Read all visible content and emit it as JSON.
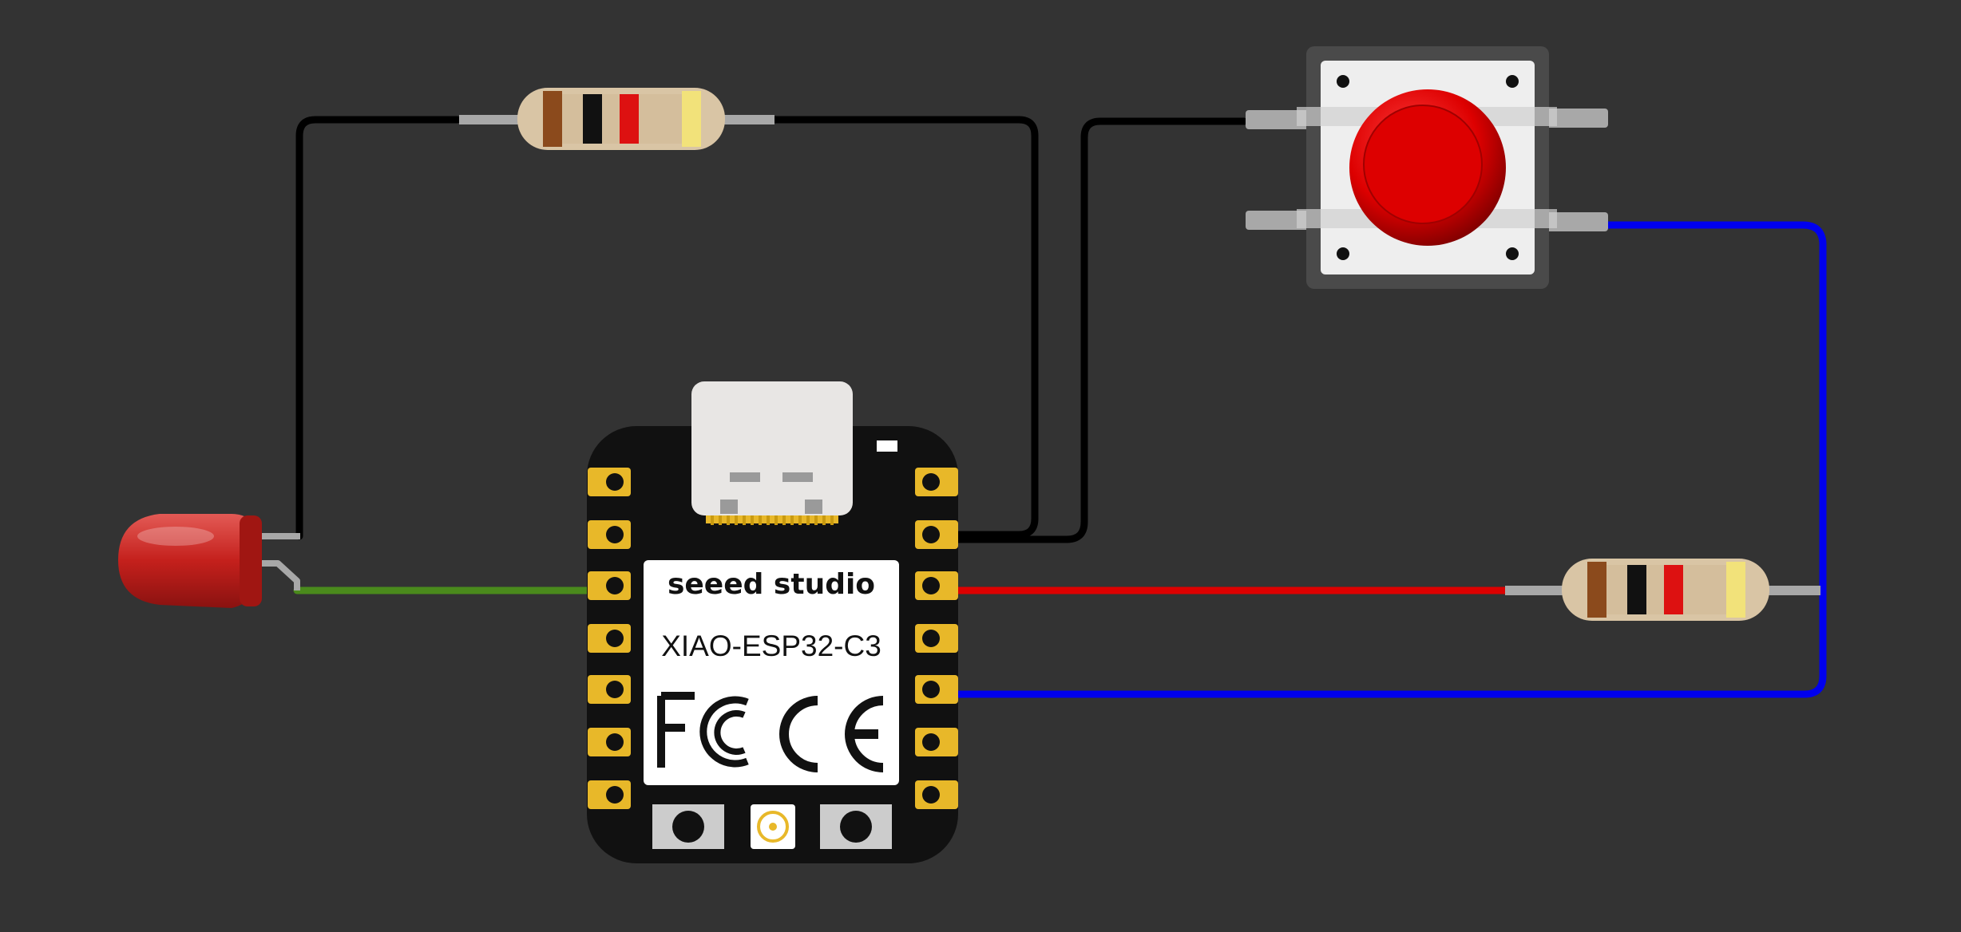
{
  "canvas": {
    "background": "#333333"
  },
  "board": {
    "brand": "seeed studio",
    "model": "XIAO-ESP32-C3",
    "certification_marks": [
      "FC",
      "CE"
    ],
    "colors": {
      "pcb": "#111111",
      "pad": "#e8b829",
      "usb": "#e8e6e4",
      "label": "#ffffff"
    }
  },
  "led": {
    "color": "red",
    "hex": "#c4201c"
  },
  "push_button": {
    "cap_color": "#dd0000",
    "body_color": "#eeeeee"
  },
  "resistors": [
    {
      "id": "r1",
      "bands": [
        "#8b4a1c",
        "#111111",
        "#dd1111",
        "#f2e27a"
      ]
    },
    {
      "id": "r2",
      "bands": [
        "#8b4a1c",
        "#111111",
        "#dd1111",
        "#f2e27a"
      ]
    }
  ],
  "wires": [
    {
      "id": "led-anode-to-r1",
      "color": "#000000"
    },
    {
      "id": "r1-to-board-right-pin2",
      "color": "#000000"
    },
    {
      "id": "board-right-pin2-to-button",
      "color": "#000000"
    },
    {
      "id": "led-cathode-to-board-left-pin3",
      "color": "#4a8a1c"
    },
    {
      "id": "board-right-pin3-to-r2",
      "color": "#dd0000"
    },
    {
      "id": "button-to-board-right-pin5",
      "color": "#0000ee"
    }
  ]
}
